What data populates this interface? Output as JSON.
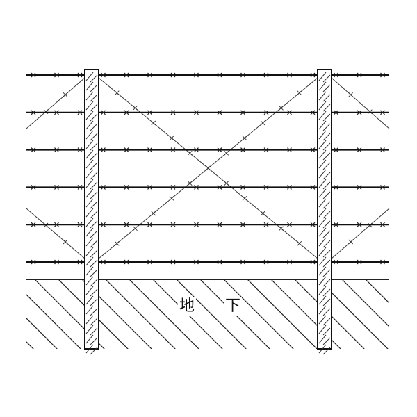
{
  "diagram": {
    "ground_label_1": "地",
    "ground_label_2": "下",
    "wire_count": 6,
    "post_count": 2
  }
}
